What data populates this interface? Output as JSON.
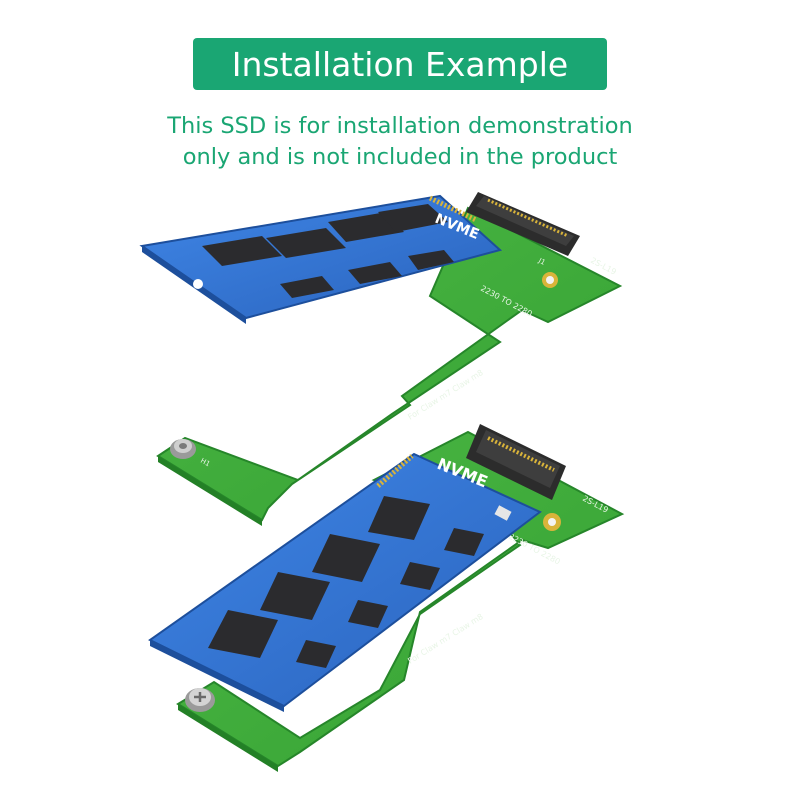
{
  "banner": {
    "title": "Installation Example",
    "color": "#1aa673"
  },
  "notice": {
    "line1": "This SSD is for installation demonstration",
    "line2": "only and is not included in the product",
    "color": "#1aa673"
  },
  "top_assembly": {
    "ssd_label": "NVME",
    "board_silk_model": "2S-L19",
    "board_silk_compat": "For Claw m7  Claw m8",
    "board_silk_spec": "2230 TO 2280",
    "board_silk_j1": "J1",
    "board_silk_h1": "H1"
  },
  "bottom_assembly": {
    "ssd_label": "NVME",
    "board_silk_model": "2S-L19",
    "board_silk_compat": "For Claw m7  Claw m8",
    "board_silk_spec": "2230 TO 2280"
  },
  "colors": {
    "pcb_green": "#3aa838",
    "pcb_green_edge": "#26862a",
    "ssd_blue": "#2f72d2",
    "ssd_blue_edge": "#1d4f9c",
    "chip": "#2b2b2e",
    "gold": "#d9b43a"
  }
}
